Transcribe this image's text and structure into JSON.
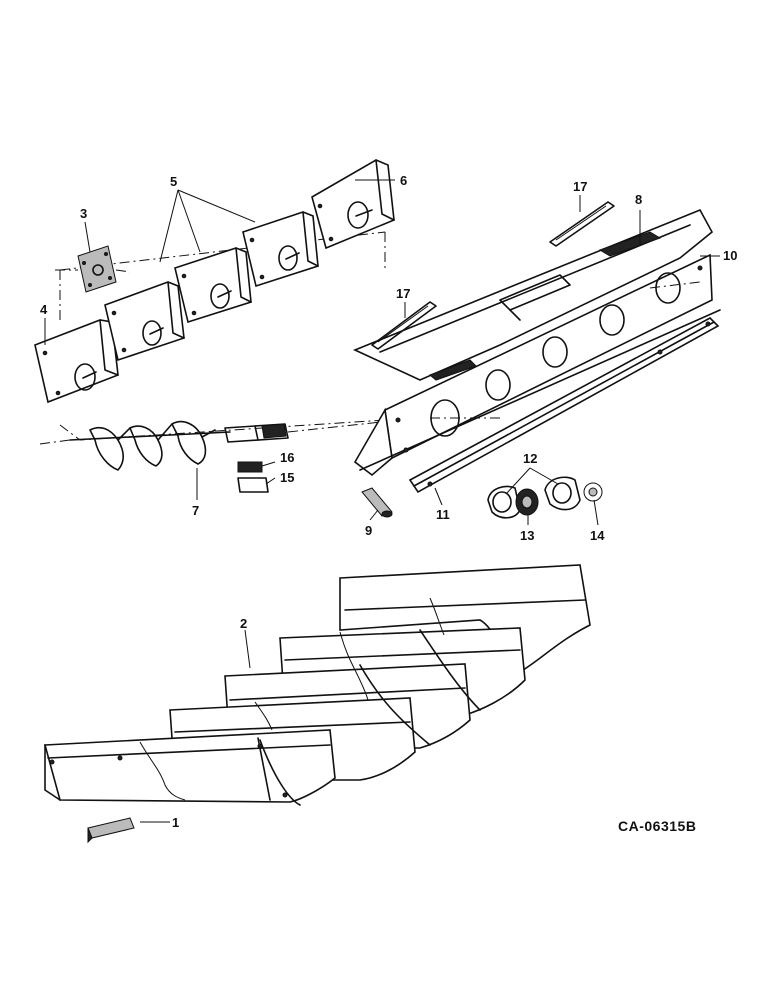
{
  "diagram": {
    "callouts": {
      "c1": "1",
      "c2": "2",
      "c3": "3",
      "c4": "4",
      "c5": "5",
      "c6": "6",
      "c7": "7",
      "c8": "8",
      "c9": "9",
      "c10": "10",
      "c11": "11",
      "c12": "12",
      "c13": "13",
      "c14": "14",
      "c15": "15",
      "c16": "16",
      "c17a": "17",
      "c17b": "17"
    },
    "drawing_code": "CA-06315B"
  }
}
